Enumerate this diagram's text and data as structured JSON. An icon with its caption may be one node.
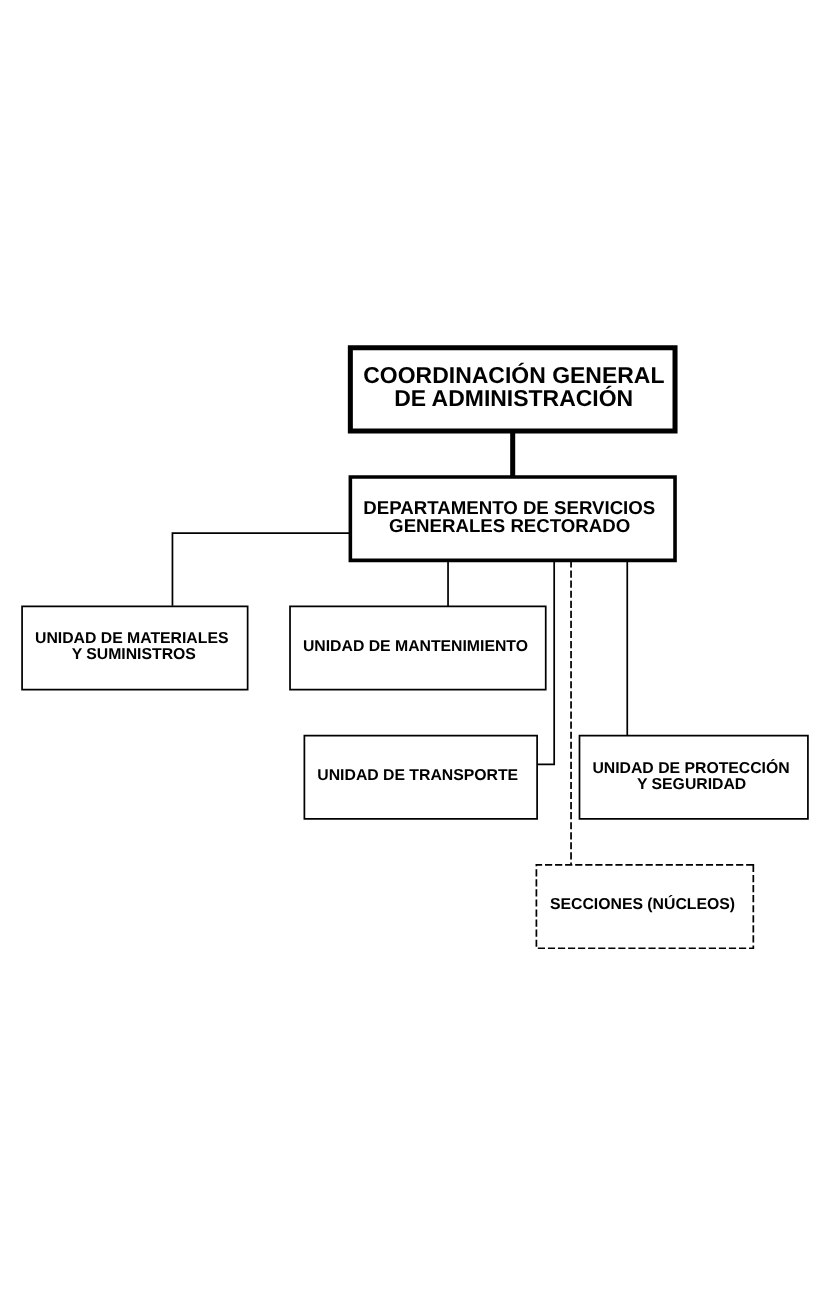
{
  "diagram": {
    "nodes": [
      {
        "text": [
          "COORDINACIÓN GENERAL DE ADMINISTRACIÓN"
        ]
      },
      {
        "text": [
          "DEPARTAMENTO DE SERVICIOS GENERALES RECTORADO"
        ]
      },
      {
        "text": [
          "UNIDAD DE MATERIALES Y SUMINISTROS"
        ]
      },
      {
        "text": [
          "UNIDAD DE MANTENIMIENTO"
        ]
      },
      {
        "text": [
          "UNIDAD DE TRANSPORTE"
        ]
      },
      {
        "text": [
          "UNIDAD DE PROTECCIÓN Y SEGURIDAD"
        ]
      },
      {
        "text": [
          "SECCIONES (NÚCLEOS)"
        ]
      }
    ],
    "edges": [
      {
        "from": 0,
        "to": 1,
        "arrow": "none",
        "style": "thick"
      },
      {
        "from": 1,
        "to": 2,
        "arrow": "none"
      },
      {
        "from": 1,
        "to": 3,
        "arrow": "none"
      },
      {
        "from": 1,
        "to": 4,
        "arrow": "none"
      },
      {
        "from": 1,
        "to": 5,
        "arrow": "none"
      },
      {
        "from": 1,
        "to": 6,
        "arrow": "none",
        "style": "dashed"
      }
    ]
  }
}
